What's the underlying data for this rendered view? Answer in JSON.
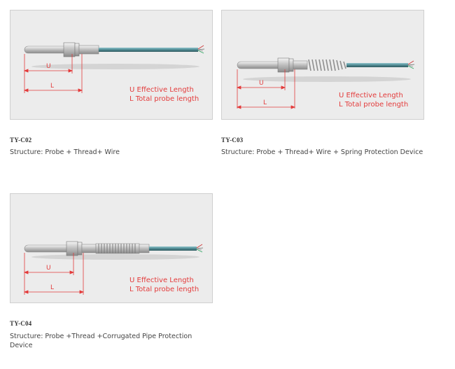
{
  "products": [
    {
      "code": "TY-C02",
      "structure": "Structure: Probe + Thread+ Wire",
      "protection": "none",
      "legend": [
        "U Effective Length",
        "L Total probe length"
      ],
      "dim_u": "U",
      "dim_l": "L"
    },
    {
      "code": "TY-C03",
      "structure": "Structure: Probe + Thread+ Wire + Spring Protection Device",
      "protection": "spring",
      "legend": [
        "U Effective Length",
        "L Total probe length"
      ],
      "dim_u": "U",
      "dim_l": "L"
    },
    {
      "code": "TY-C04",
      "structure": "Structure: Probe +Thread +Corrugated Pipe Protection Device",
      "protection": "corrugated",
      "legend": [
        "U Effective Length",
        "L Total probe length"
      ],
      "dim_u": "U",
      "dim_l": "L"
    }
  ],
  "colors": {
    "panel": "#ececec",
    "cable": "#4f8a92",
    "metal": "#c7c7c7",
    "dimension": "#e33b3b"
  }
}
